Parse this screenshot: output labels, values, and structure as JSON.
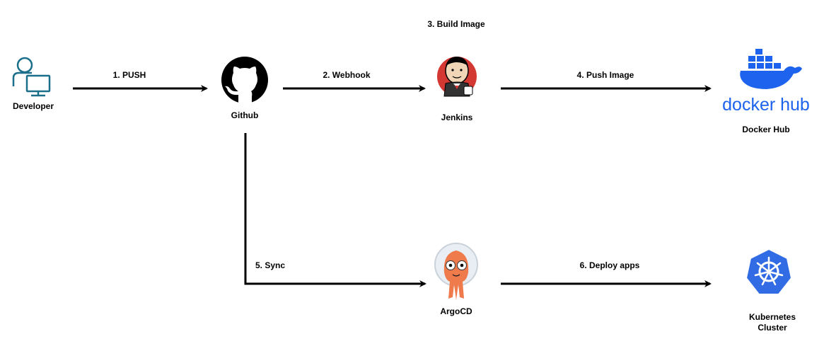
{
  "nodes": {
    "developer": {
      "label": "Developer",
      "icon": "developer-icon"
    },
    "github": {
      "label": "Github",
      "icon": "github-icon"
    },
    "jenkins": {
      "label": "Jenkins",
      "icon": "jenkins-icon"
    },
    "dockerhub": {
      "label": "Docker Hub",
      "icon": "docker-hub-icon",
      "logo_text": "docker hub"
    },
    "argocd": {
      "label": "ArgoCD",
      "icon": "argocd-icon"
    },
    "kubernetes": {
      "label_line1": "Kubernetes",
      "label_line2": "Cluster",
      "icon": "kubernetes-icon"
    }
  },
  "edges": {
    "push": "1. PUSH",
    "webhook": "2. Webhook",
    "build": "3. Build Image",
    "push_image": "4. Push Image",
    "sync": "5. Sync",
    "deploy": "6. Deploy apps"
  },
  "colors": {
    "arrow": "#000000",
    "developer": "#1b6f8a",
    "docker": "#1d63ed",
    "jenkins_red": "#d33833",
    "argo_orange": "#ef7b4d",
    "kubernetes": "#326ce5"
  }
}
